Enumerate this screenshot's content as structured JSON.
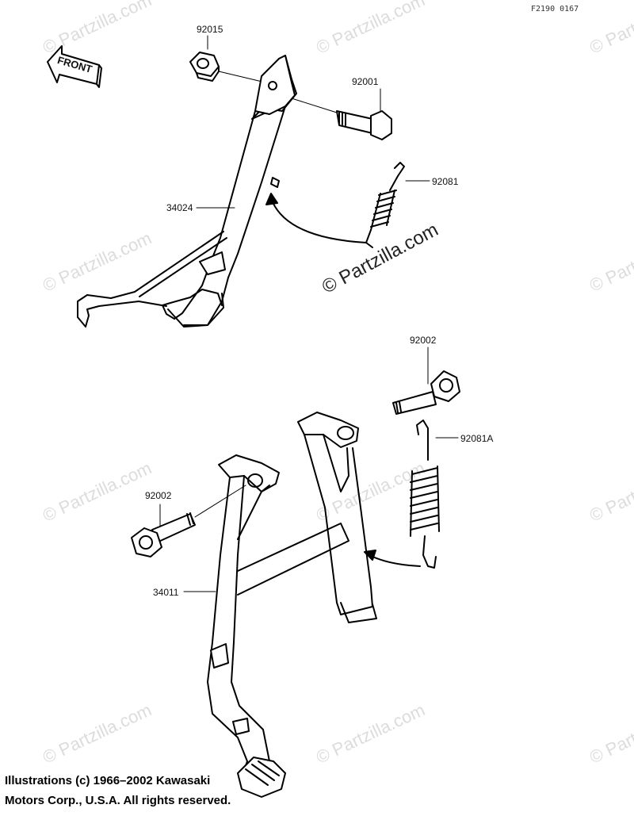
{
  "figure_id": "F2190 0167",
  "front_label": "FRONT",
  "watermark": "© Partzilla.com",
  "parts": {
    "p92015": "92015",
    "p92001": "92001",
    "p92081": "92081",
    "p34024": "34024",
    "p92002_top": "92002",
    "p92081A": "92081A",
    "p92002_left": "92002",
    "p34011": "34011"
  },
  "copyright": {
    "line1": "Illustrations (c) 1966–2002 Kawasaki",
    "line2": "Motors Corp., U.S.A.  All rights reserved."
  }
}
